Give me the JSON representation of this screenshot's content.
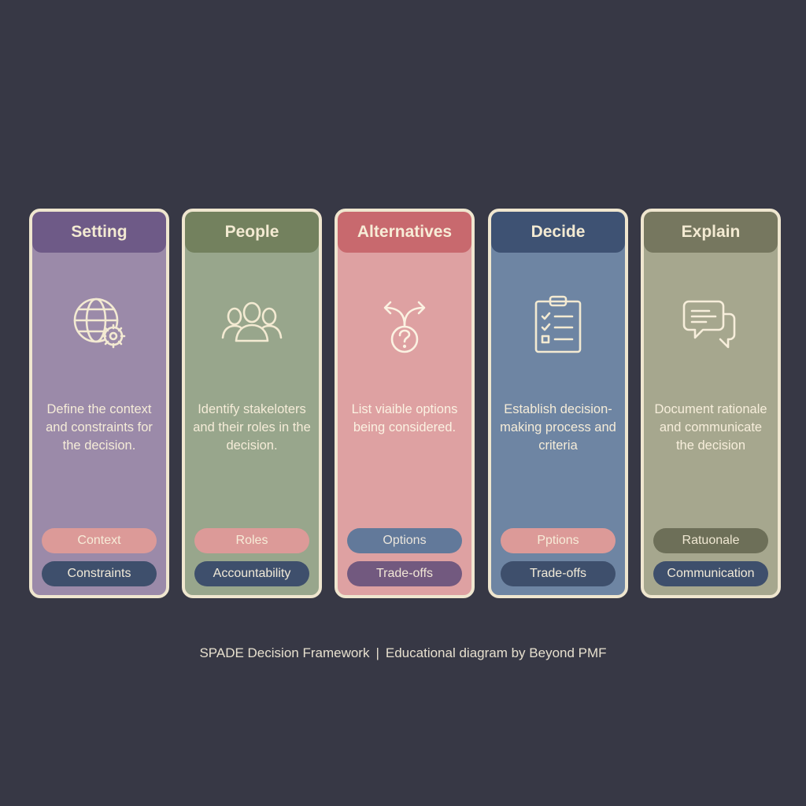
{
  "cards": [
    {
      "title": "Setting",
      "icon": "globe-gear-icon",
      "description": "Define the context and constraints for the decision.",
      "tags": [
        "Context",
        "Constraints"
      ]
    },
    {
      "title": "People",
      "icon": "people-group-icon",
      "description": "Identify stakeloters and their roles in the decision.",
      "tags": [
        "Roles",
        "Accountability"
      ]
    },
    {
      "title": "Alternatives",
      "icon": "branching-question-icon",
      "description": "List viaible options being considered.",
      "tags": [
        "Options",
        "Trade-offs"
      ]
    },
    {
      "title": "Decide",
      "icon": "clipboard-checklist-icon",
      "description": "Establish decision-making process and criteria",
      "tags": [
        "Pptions",
        "Trade-offs"
      ]
    },
    {
      "title": "Explain",
      "icon": "speech-bubbles-icon",
      "description": "Document rationale and communicate the decision",
      "tags": [
        "Ratuonale",
        "Communication"
      ]
    }
  ],
  "caption": {
    "title": "SPADE Decision Framework",
    "separator": "|",
    "credit": "Educational diagram by Beyond PMF"
  },
  "colors": {
    "background": "#373845",
    "card_border": "#efe6cf",
    "setting": "#6e5a87",
    "people": "#73815e",
    "alternatives": "#c8696e",
    "decide": "#3e5273",
    "explain": "#76775f"
  }
}
